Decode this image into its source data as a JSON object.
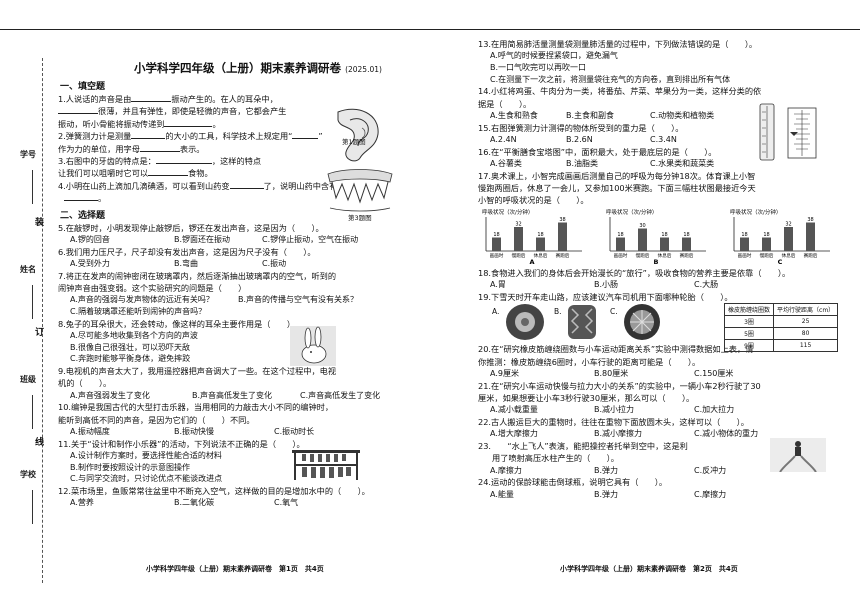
{
  "binding": {
    "labels": [
      "学号",
      "姓名",
      "班级",
      "学校"
    ],
    "marks": [
      "装",
      "订",
      "线"
    ]
  },
  "page1": {
    "title": "小学科学四年级（上册）期末素养调研卷",
    "date": "(2025.01)",
    "section1": "一、填空题",
    "q1": [
      "1.人说话的声音是由",
      "振动产生的。在人的耳朵中，",
      "很薄，并且有弹性，即使是轻微的声音，它都会产生",
      "振动，听小骨能将振动传递到",
      "。"
    ],
    "q2": [
      "2.弹簧测力计是测量",
      "的大小的工具，科学技术上规定用“",
      "”",
      "作为力的单位，用字母",
      "表示。"
    ],
    "q3": [
      "3.右图中的牙齿的特点是：",
      "，这样的特点",
      "让我们可以咀嚼时它可以",
      "食物。"
    ],
    "q4": [
      "4.小明在山药上滴加几滴碘酒，可以看到山药变",
      "了，说明山药中含有",
      "。"
    ],
    "fig1": "第1题图",
    "fig3": "第3题图",
    "section2": "二、选择题",
    "q5": "5.在敲锣时，小明发现停止敲锣后，锣还在发出声音，这是因为（　　）。",
    "q5o": [
      "A.锣的回音",
      "B.锣面还在振动",
      "C.锣停止振动，空气在振动"
    ],
    "q6": "6.我们用力压尺子，尺子却没有发出声音，这是因为尺子没有（　　）。",
    "q6o": [
      "A.受到外力",
      "B.弯曲",
      "C.振动"
    ],
    "q7a": "7.将正在发声的闹钟密闭在玻璃罩内，然后逐渐抽出玻璃罩内的空气，听到的",
    "q7b": "闹钟声音由强变弱。这个实验研究的问题是（　　）",
    "q7o": [
      "A.声音的强弱与发声物体的远近有关吗？",
      "B.声音的传播与空气有没有关系？",
      "C.隔着玻璃罩还能听到闹钟的声音吗？"
    ],
    "q8": "8.兔子的耳朵很大，还会转动，像这样的耳朵主要作用是（　　）",
    "q8o": [
      "A.尽可能多地收集到各个方向的声波",
      "B.很像自己很强壮，可以恐吓天敌",
      "C.奔跑时能够平衡身体，避免摔跤"
    ],
    "q9a": "9.电视机的声音太大了，我用遥控器把声音调大了一些。在这个过程中，电视",
    "q9b": "机的（　　）。",
    "q9o": [
      "A.声音强弱发生了变化",
      "B.声音高低发生了变化",
      "C.声音高低发生了变化"
    ],
    "q10a": "10.编钟是我国古代的大型打击乐器，当用相同的力敲击大小不同的编钟时，",
    "q10b": "能听到高低不同的声音，是因为它们的（　　）不同。",
    "q10o": [
      "A.振动幅度",
      "B.振动快慢",
      "C.振动时长"
    ],
    "q11": "11.关于“设计和制作小乐器”的活动，下列说法不正确的是（　　）。",
    "q11o": [
      "A.设计制作方案时，要选择性能合适的材料",
      "B.制作时要按照设计的示意图操作",
      "C.与同学交流时，只讨论优点不能谈改进点"
    ],
    "q12": "12.菜市场里，鱼贩常常往盆里中不断充入空气，这样做的目的是增加水中的（　　）。",
    "q12o": [
      "A.营养",
      "B.二氧化碳",
      "C.氧气"
    ],
    "footer": "小学科学四年级（上册）期末素养调研卷　第1页　共4页"
  },
  "page2": {
    "q13": "13.在用简易肺活量测量袋测量肺活量的过程中，下列做法错误的是（　　）。",
    "q13o": [
      "A.呼气的时候要捏紧袋口，避免漏气",
      "B.一口气吹完可以再吹一口",
      "C.在测量下一次之前，将测量袋往充气的方向卷，直到排出所有气体"
    ],
    "q14a": "14.小红将鸡蛋、牛肉分为一类，将番茄、芹菜、苹果分为一类，这样分类的依",
    "q14b": "据是（　　）。",
    "q14o": [
      "A.生食和熟食",
      "B.主食和副食",
      "C.动物类和植物类"
    ],
    "q15": "15.右图弹簧测力计测得的物体所受到的重力是（　　）。",
    "q15o": [
      "A.2.4N",
      "B.2.6N",
      "C.3.4N"
    ],
    "q16": "16.在“平衡膳食宝塔图”中，面积最大，处于最底层的是（　　）。",
    "q16o": [
      "A.谷薯类",
      "B.油脂类",
      "C.水果类和蔬菜类"
    ],
    "q17a": "17.奥术课上，小智完成画画后测量自己的呼吸为每分钟18次。体育课上小智",
    "q17b": "慢跑两圈后，休息了一会儿，又参加100米赛跑。下面三幅柱状图最接近今天",
    "q17c": "小智的呼吸状况的是（　　）。",
    "chart_ylabel": "呼吸状况（次/分钟）",
    "chart_xlabels": [
      "画画时",
      "慢跑后",
      "休息后",
      "赛跑后"
    ],
    "chart_letters": [
      "A",
      "B",
      "C"
    ],
    "q18": "18.食物进入我们的身体后会开始漫长的“旅行”，吸收食物的营养主要是依靠（　　）。",
    "q18o": [
      "A.胃",
      "B.小肠",
      "C.大肠"
    ],
    "q19": "19.下雪天时开车走山路，应该建议汽车司机用下面哪种轮胎（　　）。",
    "q19o": [
      "A.",
      "B.",
      "C."
    ],
    "table": {
      "header": [
        "橡皮筋缠绕圈数",
        "平均行驶距离（cm）"
      ],
      "rows": [
        [
          "3圈",
          "25"
        ],
        [
          "5圈",
          "80"
        ],
        [
          "9圈",
          "115"
        ]
      ]
    },
    "q20a": "20.在“研究橡皮筋缠绕圈数与小车运动距离关系”实验中测得数据如上表，请",
    "q20b": "你推测：橡皮筋缠绕6圈时，小车行驶的距离可能是（　　）。",
    "q20o": [
      "A.9厘米",
      "B.80厘米",
      "C.150厘米"
    ],
    "q21a": "21.在“研究小车运动快慢与拉力大小的关系”的实验中，一辆小车2秒行驶了30",
    "q21b": "厘米，如果想要让小车3秒行驶30厘米，那么可以（　　）。",
    "q21o": [
      "A.减小载重量",
      "B.减小拉力",
      "C.加大拉力"
    ],
    "q22": "22.古人搬运巨大的重物时，往往在重物下面放圆木头，这样可以（　　）。",
    "q22o": [
      "A.增大摩擦力",
      "B.减小摩擦力",
      "C.减小物体的重力"
    ],
    "q23a": "23.　　“水上飞人”表演，能把操控者托举到空中，这是利",
    "q23b": "用了喷射高压水柱产生的（　　）。",
    "q23o": [
      "A.摩擦力",
      "B.弹力",
      "C.反冲力"
    ],
    "q24": "24.运动的保龄球能击倒球瓶，说明它具有（　　）。",
    "q24o": [
      "A.能量",
      "B.弹力",
      "C.摩擦力"
    ],
    "footer": "小学科学四年级（上册）期末素养调研卷　第2页　共4页"
  },
  "chart_data": [
    {
      "type": "bar",
      "categories": [
        "画画时",
        "慢跑后",
        "休息后",
        "赛跑后"
      ],
      "values": [
        18,
        32,
        18,
        38
      ],
      "ylabel": "呼吸状况（次/分钟）",
      "xlabel": "A",
      "title": ""
    },
    {
      "type": "bar",
      "categories": [
        "画画时",
        "慢跑后",
        "休息后",
        "赛跑后"
      ],
      "values": [
        18,
        30,
        18,
        18
      ],
      "ylabel": "呼吸状况（次/分钟）",
      "xlabel": "B",
      "title": ""
    },
    {
      "type": "bar",
      "categories": [
        "画画时",
        "慢跑后",
        "休息后",
        "赛跑后"
      ],
      "values": [
        18,
        18,
        32,
        38
      ],
      "ylabel": "呼吸状况（次/分钟）",
      "xlabel": "C",
      "title": ""
    }
  ]
}
